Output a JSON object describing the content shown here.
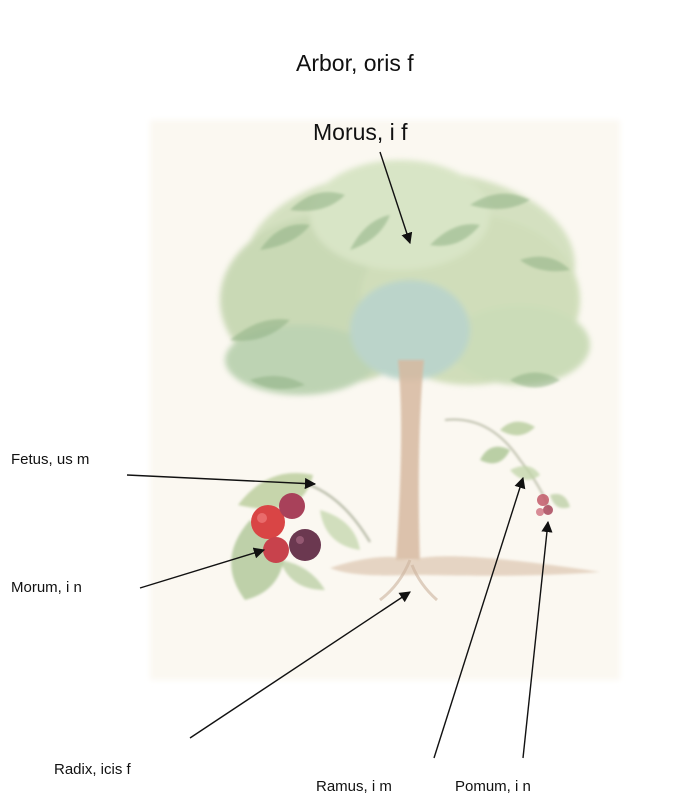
{
  "header": {
    "title": "Arbor, oris f",
    "tree_label": "Morus, i f"
  },
  "labels": {
    "fetus": "Fetus, us m",
    "morum": "Morum, i n",
    "radix": "Radix, icis f",
    "ramus": "Ramus, i m",
    "pomum": "Pomum, i n"
  },
  "colors": {
    "paper": "#fbf8f1",
    "foliage": "#b9cfa2",
    "foliage_dark": "#8fb184",
    "trunk": "#d7b9a0",
    "berry_red": "#d94545",
    "berry_dark": "#6b3850",
    "arrow": "#111111"
  }
}
